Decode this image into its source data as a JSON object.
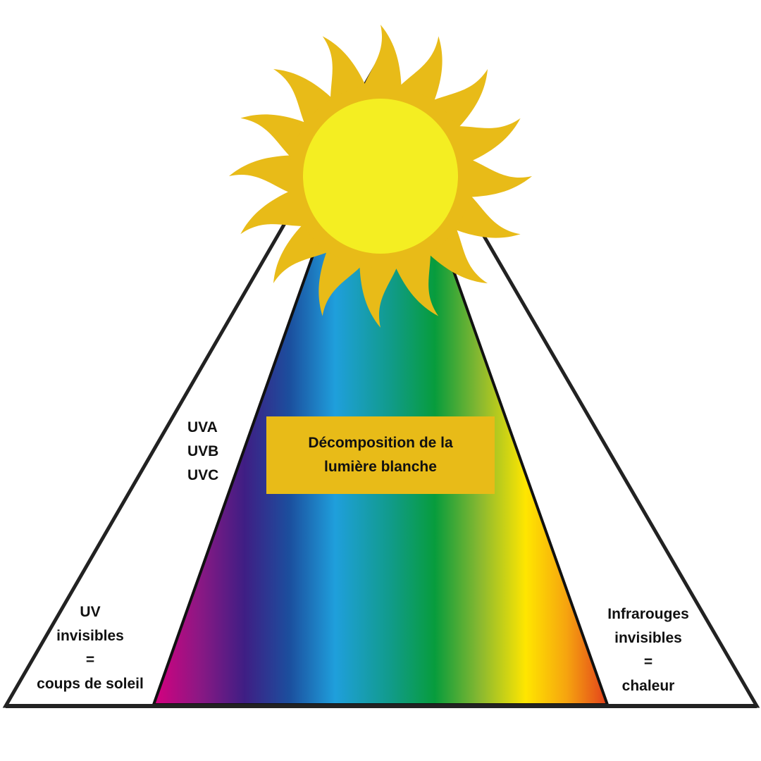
{
  "title": {
    "line1": "Décomposition de la",
    "line2": "lumière blanche",
    "background": "#e8bb18"
  },
  "uv_types": [
    "UVA",
    "UVB",
    "UVC"
  ],
  "left_label": {
    "line1": "UV",
    "line2": "invisibles",
    "line3": "=",
    "line4": "coups de soleil"
  },
  "right_label": {
    "line1": "Infrarouges",
    "line2": "invisibles",
    "line3": "=",
    "line4": "chaleur"
  },
  "spectrum": {
    "colors": [
      "#d6007f",
      "#8c1884",
      "#3f1e84",
      "#1b4f9e",
      "#1f9fdc",
      "#119b8c",
      "#079c3c",
      "#8ab930",
      "#ffe600",
      "#f6a40f",
      "#e3401c"
    ]
  },
  "sun": {
    "disc_color": "#f4ee22",
    "ray_color": "#e8bb18"
  },
  "outline_color": "#222222"
}
